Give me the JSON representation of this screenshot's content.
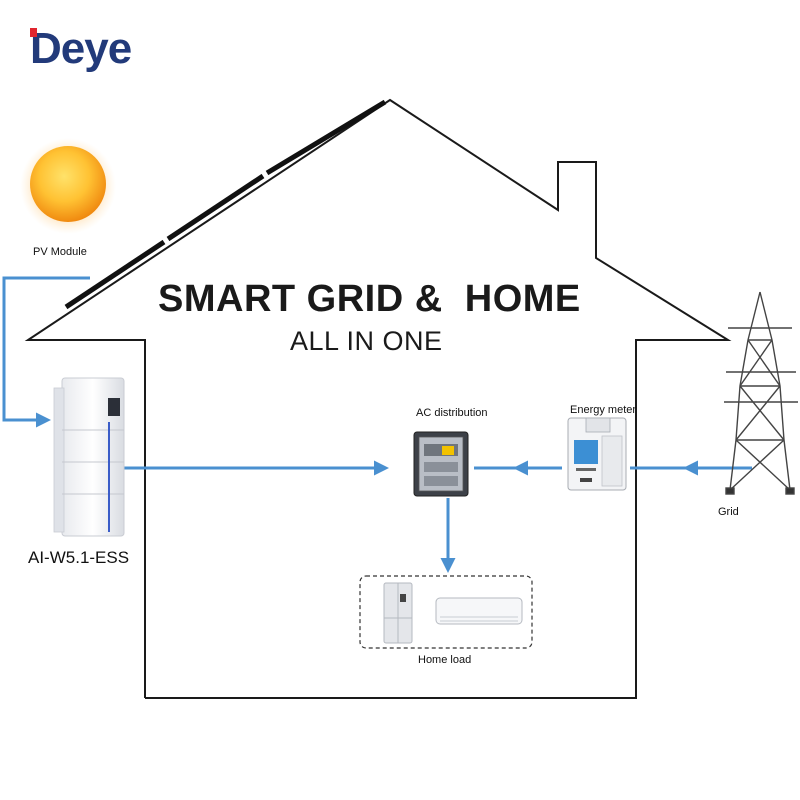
{
  "brand": {
    "logo_text": "Deye"
  },
  "headline": {
    "title": "SMART GRID &  HOME",
    "subtitle": "ALL IN ONE"
  },
  "labels": {
    "pv_module": "PV Module",
    "ac_distribution": "AC distribution",
    "energy_meter": "Energy meter",
    "grid": "Grid",
    "home_load": "Home load",
    "battery_model": "AI-W5.1-ESS"
  },
  "colors": {
    "flow_line": "#4a90d0",
    "house_outline": "#1a1a1a",
    "brand_blue": "#223a7a",
    "brand_red": "#e0252f",
    "sun": "#f7a21b"
  }
}
